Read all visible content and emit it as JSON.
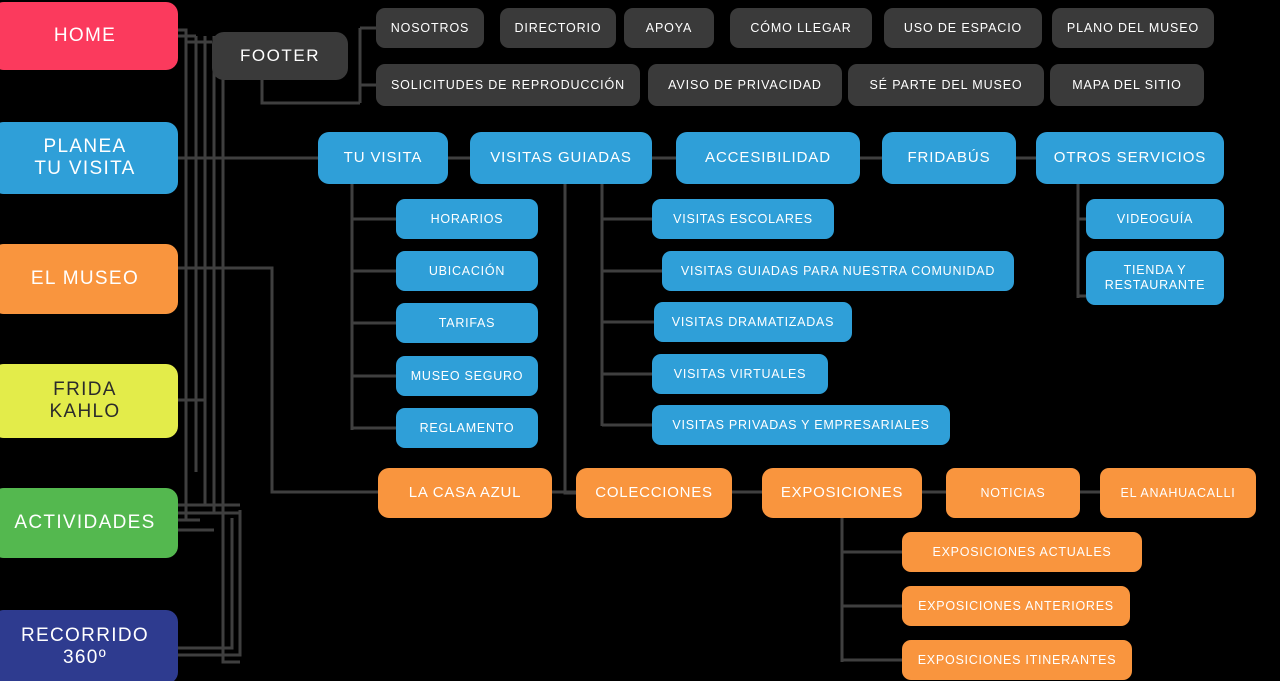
{
  "diagram": {
    "title": "Mapa del sitio - Museo Frida Kahlo",
    "background": "#000000",
    "wire_color": "#3f3f3f",
    "colors": {
      "home": "#fb3a5d",
      "blue": "#2f9fd8",
      "orange": "#f9953e",
      "yellow": "#e3ec4a",
      "green": "#54b84f",
      "navy": "#2e3b8f",
      "dark": "#3a3a3a"
    }
  },
  "main_nav": [
    {
      "id": "home",
      "label": "HOME"
    },
    {
      "id": "planea",
      "label": "PLANEA\nTU VISITA"
    },
    {
      "id": "museo",
      "label": "EL MUSEO"
    },
    {
      "id": "frida",
      "label": "FRIDA\nKAHLO"
    },
    {
      "id": "actividad",
      "label": "ACTIVIDADES"
    },
    {
      "id": "recorrido",
      "label": "RECORRIDO\n360º"
    }
  ],
  "footer": {
    "head": "FOOTER",
    "row1": [
      {
        "label": "NOSOTROS"
      },
      {
        "label": "DIRECTORIO"
      },
      {
        "label": "APOYA"
      },
      {
        "label": "CÓMO LLEGAR"
      },
      {
        "label": "USO DE ESPACIO"
      },
      {
        "label": "PLANO DEL MUSEO"
      }
    ],
    "row2": [
      {
        "label": "SOLICITUDES DE REPRODUCCIÓN"
      },
      {
        "label": "AVISO DE PRIVACIDAD"
      },
      {
        "label": "SÉ PARTE DEL MUSEO"
      },
      {
        "label": "MAPA DEL SITIO"
      }
    ]
  },
  "visit_row": [
    {
      "label": "TU VISITA"
    },
    {
      "label": "VISITAS GUIADAS"
    },
    {
      "label": "ACCESIBILIDAD"
    },
    {
      "label": "FRIDABÚS"
    },
    {
      "label": "OTROS SERVICIOS"
    }
  ],
  "tu_visita_children": [
    {
      "label": "HORARIOS"
    },
    {
      "label": "UBICACIÓN"
    },
    {
      "label": "TARIFAS"
    },
    {
      "label": "MUSEO SEGURO"
    },
    {
      "label": "REGLAMENTO"
    }
  ],
  "visitas_guiadas_children": [
    {
      "label": "VISITAS ESCOLARES"
    },
    {
      "label": "VISITAS GUIADAS PARA NUESTRA COMUNIDAD"
    },
    {
      "label": "VISITAS DRAMATIZADAS"
    },
    {
      "label": "VISITAS VIRTUALES"
    },
    {
      "label": "VISITAS PRIVADAS Y EMPRESARIALES"
    }
  ],
  "otros_servicios_children": [
    {
      "label": "VIDEOGUÍA"
    },
    {
      "label": "TIENDA Y\nRESTAURANTE"
    }
  ],
  "museo_row": [
    {
      "label": "LA CASA AZUL"
    },
    {
      "label": "COLECCIONES"
    },
    {
      "label": "EXPOSICIONES"
    },
    {
      "label": "NOTICIAS"
    },
    {
      "label": "EL ANAHUACALLI"
    }
  ],
  "exposiciones_children": [
    {
      "label": "EXPOSICIONES ACTUALES"
    },
    {
      "label": "EXPOSICIONES ANTERIORES"
    },
    {
      "label": "EXPOSICIONES ITINERANTES"
    }
  ]
}
